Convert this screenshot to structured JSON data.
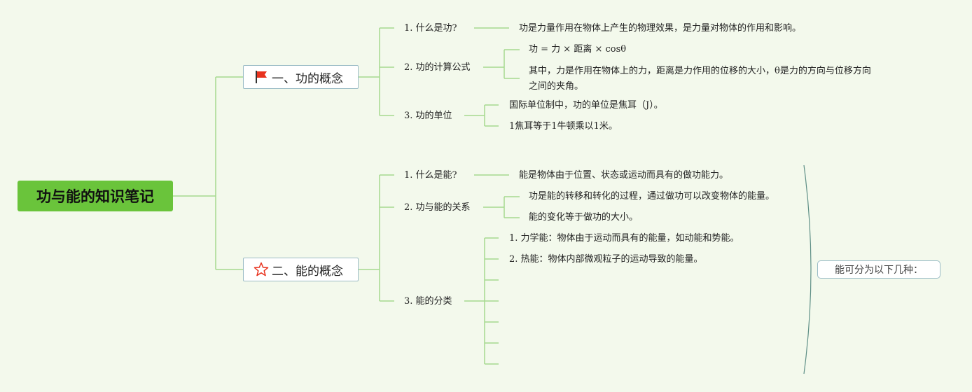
{
  "root": {
    "title": "功与能的知识笔记"
  },
  "branch1": {
    "label": "一、功的概念",
    "icon": "red-flag-icon",
    "items": {
      "q1": {
        "label": "1. 什么是功?",
        "text": "功是力量作用在物体上产生的物理效果，是力量对物体的作用和影响。"
      },
      "q2": {
        "label": "2. 功的计算公式",
        "formula": "功 = 力 × 距离 × cosθ",
        "explain": "其中，力是作用在物体上的力，距离是力作用的位移的大小，θ是力的方向与位移方向之间的夹角。"
      },
      "q3": {
        "label": "3. 功的单位",
        "unit1": "国际单位制中，功的单位是焦耳（J）。",
        "unit2": "1焦耳等于1牛顿乘以1米。"
      }
    }
  },
  "branch2": {
    "label": "二、能的概念",
    "icon": "star-outline-icon",
    "items": {
      "q1": {
        "label": "1. 什么是能?",
        "text": "能是物体由于位置、状态或运动而具有的做功能力。"
      },
      "q2": {
        "label": "2. 功与能的关系",
        "rel1": "功是能的转移和转化的过程，通过做功可以改变物体的能量。",
        "rel2": "能的变化等于做功的大小。"
      },
      "q3": {
        "label": "3. 能的分类",
        "c1": "1. 力学能：物体由于运动而具有的能量，如动能和势能。",
        "c2": "2. 热能：物体内部微观粒子的运动导致的能量。"
      }
    }
  },
  "callout": {
    "text": "能可分为以下几种："
  },
  "colors": {
    "connector": "#a6d98e",
    "root_fill": "#6ac43b",
    "node_border": "#9bbcc6",
    "bracket": "#5e8f86",
    "background": "#f3f9ec"
  }
}
